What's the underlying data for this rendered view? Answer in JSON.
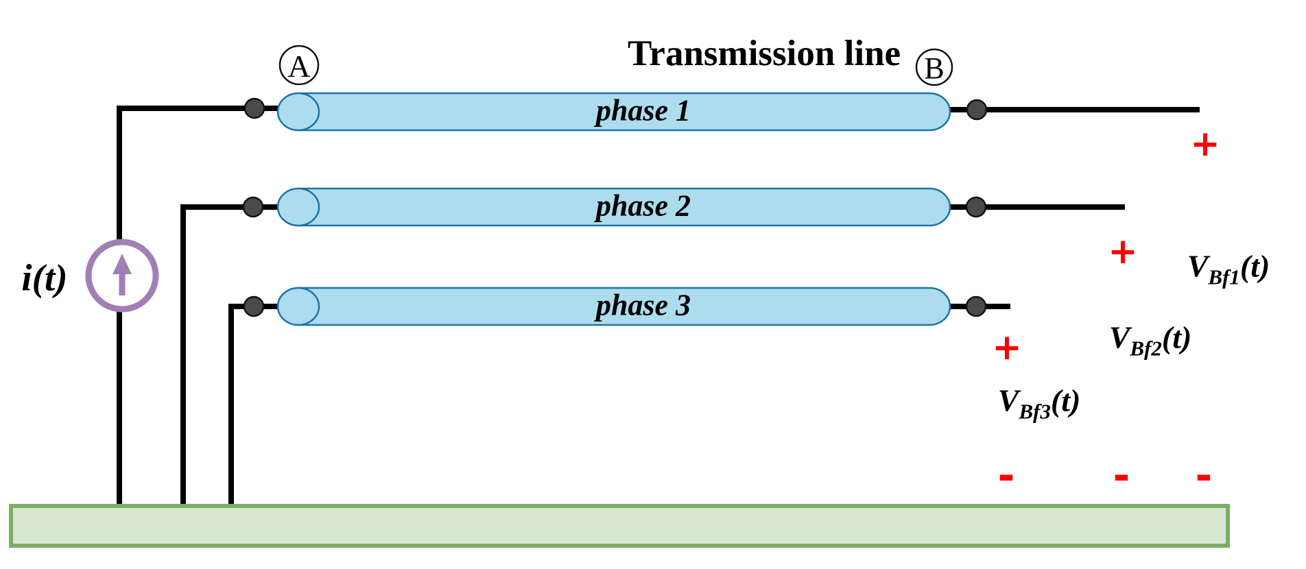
{
  "diagram": {
    "title": "Transmission line",
    "terminals": {
      "left": "A",
      "right": "B"
    },
    "current_source_label": "i(t)",
    "phases": [
      {
        "label": "phase 1"
      },
      {
        "label": "phase 2"
      },
      {
        "label": "phase 3"
      }
    ],
    "voltage_labels": [
      {
        "base": "V",
        "sub": "Bf1",
        "suffix": "(t)"
      },
      {
        "base": "V",
        "sub": "Bf2",
        "suffix": "(t)"
      },
      {
        "base": "V",
        "sub": "Bf3",
        "suffix": "(t)"
      }
    ],
    "polarity": {
      "plus": "+",
      "minus": "-"
    }
  },
  "colors": {
    "wire": "#000000",
    "lineFill": "#ADDCEF",
    "lineStroke": "#1B74A8",
    "dot": "#4A4A4A",
    "source": "#A17FB5",
    "groundFill": "#D8E7D2",
    "groundStroke": "#7DAE63",
    "red": "#FF0000"
  }
}
